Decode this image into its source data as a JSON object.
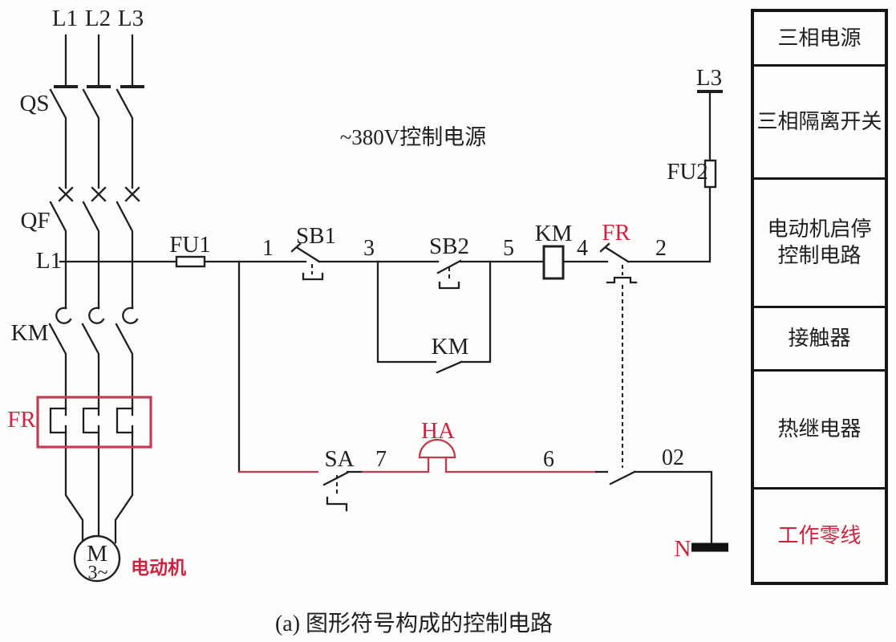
{
  "diagram": {
    "title": "~380V控制电源",
    "caption": "(a) 图形符号构成的控制电路",
    "colors": {
      "red_stroke": "#c63a53",
      "red_text": "#cf2342",
      "line": "#1f1f1f"
    },
    "power": {
      "l1": "L1",
      "l2": "L2",
      "l3": "L3"
    },
    "components": {
      "qs": "QS",
      "qf": "QF",
      "km_main": "KM",
      "fr_main": "FR",
      "l1_bus": "L1",
      "fu1": "FU1",
      "fu2": "FU2",
      "l3_ctrl": "L3",
      "sb1": "SB1",
      "sb2": "SB2",
      "km_coil": "KM",
      "km_aux": "KM",
      "fr_nc": "FR",
      "sa": "SA",
      "ha": "HA",
      "motor_letter": "M",
      "motor_phase": "3~",
      "motor_name": "电动机",
      "neutral": "N"
    },
    "nodes": {
      "n1": "1",
      "n3": "3",
      "n5": "5",
      "n4": "4",
      "n2": "2",
      "n7": "7",
      "n6": "6",
      "n02": "02"
    }
  },
  "legend": {
    "rows": [
      {
        "label": "三相电源",
        "color": "black"
      },
      {
        "label": "三相隔离开关",
        "color": "black"
      },
      {
        "label": "电动机启停\n控制电路",
        "color": "black"
      },
      {
        "label": "接触器",
        "color": "black"
      },
      {
        "label": "热继电器",
        "color": "black"
      },
      {
        "label": "工作零线",
        "color": "red"
      }
    ]
  }
}
